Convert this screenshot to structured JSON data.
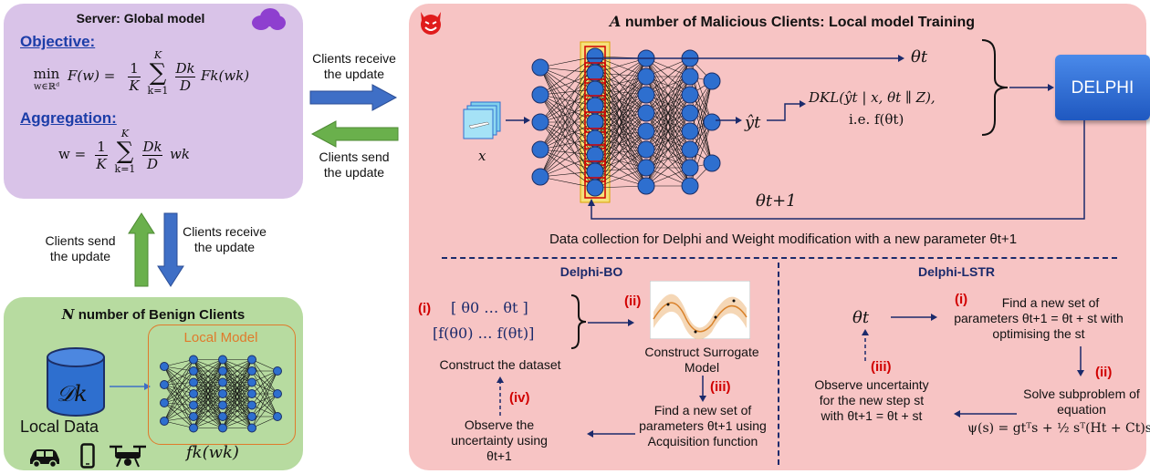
{
  "server": {
    "title": "Server: Global model",
    "objective_label": "Objective:",
    "objective_eq": "min F(w) = (1/K) Σ (D_k/D) F_k(w_k)",
    "objective_min": "min",
    "objective_under": "w∈ℝᵈ",
    "objective_lhs": "F(w) =",
    "aggregation_label": "Aggregation:",
    "aggregation_lhs": "w =",
    "frac_1": "1",
    "frac_K": "K",
    "sum_top": "K",
    "sum_bottom": "k=1",
    "dk": "Dk",
    "d": "D",
    "fk_wk": "Fk(wk)",
    "wk": "wk"
  },
  "arrows_top": {
    "receive": "Clients receive the update",
    "send": "Clients send the update"
  },
  "arrows_left": {
    "send": "Clients send the update",
    "receive": "Clients receive the update"
  },
  "benign": {
    "title_prefix": "N",
    "title_rest": "number of Benign Clients",
    "local_model": "Local Model",
    "dk": "𝒟k",
    "local_data": "Local Data",
    "fk": "fk(wk)",
    "devices": [
      "car-icon",
      "phone-icon",
      "drone-icon"
    ]
  },
  "malicious": {
    "title_prefix": "A",
    "title_rest": "number of Malicious Clients: Local model Training",
    "x": "x",
    "theta_t": "θt",
    "y_hat": "ŷt",
    "dkl": "DKL(ŷt | x, θt ∥ Z),",
    "ie": "i.e. f(θt)",
    "delphi": "DELPHI",
    "theta_t1": "θt+1",
    "collection": "Data collection for Delphi and Weight modification with a new parameter θt+1"
  },
  "bo": {
    "title": "Delphi-BO",
    "i": "(i)",
    "ii": "(ii)",
    "iii": "(iii)",
    "iv": "(iv)",
    "dataset_row1": "[ θ0 … θt ]",
    "dataset_row2": "[f(θ0) … f(θt)]",
    "construct_dataset": "Construct the dataset",
    "construct_surrogate": "Construct Surrogate Model",
    "find_new": "Find a new set of parameters θt+1 using Acquisition function",
    "observe": "Observe the uncertainty using θt+1"
  },
  "lstr": {
    "title": "Delphi-LSTR",
    "i": "(i)",
    "ii": "(ii)",
    "iii": "(iii)",
    "theta_t": "θt",
    "find": "Find a new set of parameters θt+1 = θt + st with optimising the st",
    "solve": "Solve subproblem of equation",
    "psi": "ψ(s) = gtᵀs + ½ sᵀ(Ht + Ct)s",
    "observe": "Observe uncertainty for the new step st with θt+1 = θt + st"
  },
  "colors": {
    "server_bg": "#d9c3e8",
    "malicious_bg": "#f7c4c4",
    "benign_bg": "#b7dba0",
    "delphi_bg": "#2f6fd6",
    "node": "#2e6fcf",
    "arrow_blue": "#3f6fc6",
    "arrow_green": "#6ab04c",
    "navy": "#1b2a6b"
  }
}
